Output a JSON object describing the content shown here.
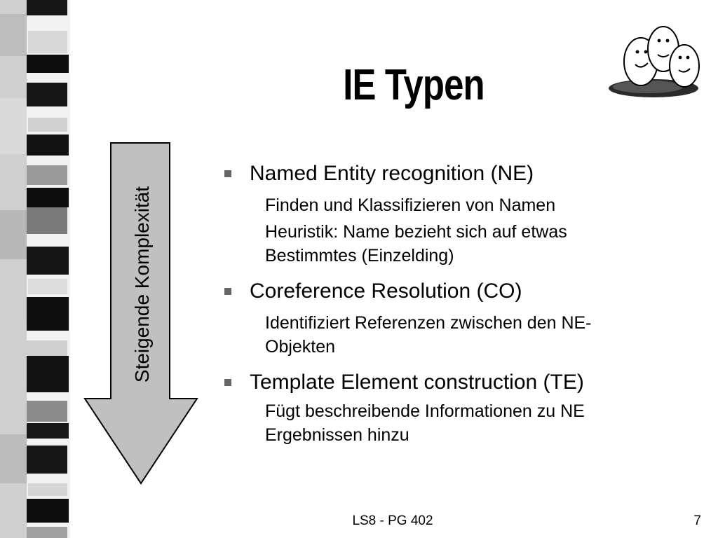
{
  "slide": {
    "title": "IE Typen",
    "arrow_label": "Steigende Komplexität",
    "bullets": [
      {
        "text": "Named Entity recognition (NE)",
        "subitems": [
          "Finden und Klassifizieren von Namen",
          "Heuristik: Name bezieht sich auf etwas Bestimmtes (Einzelding)"
        ]
      },
      {
        "text": "Coreference Resolution (CO)",
        "subitems": [
          "Identifiziert Referenzen zwischen den NE-Objekten"
        ]
      },
      {
        "text": "Template Element construction (TE)",
        "subitems": [
          "Fügt beschreibende Informationen zu NE Ergebnissen hinzu"
        ]
      }
    ],
    "footer": {
      "center": "LS8 - PG 402",
      "page_number": "7"
    }
  },
  "colors": {
    "text": "#000000",
    "bullet_marker": "#666666",
    "arrow_fill": "#c0c0c0",
    "strip_dark": "#111111",
    "strip_light": "#e4e4e4"
  },
  "icons": {
    "bullet": "square-bullet-icon",
    "decoration": "eggs-cartoon-icon"
  }
}
